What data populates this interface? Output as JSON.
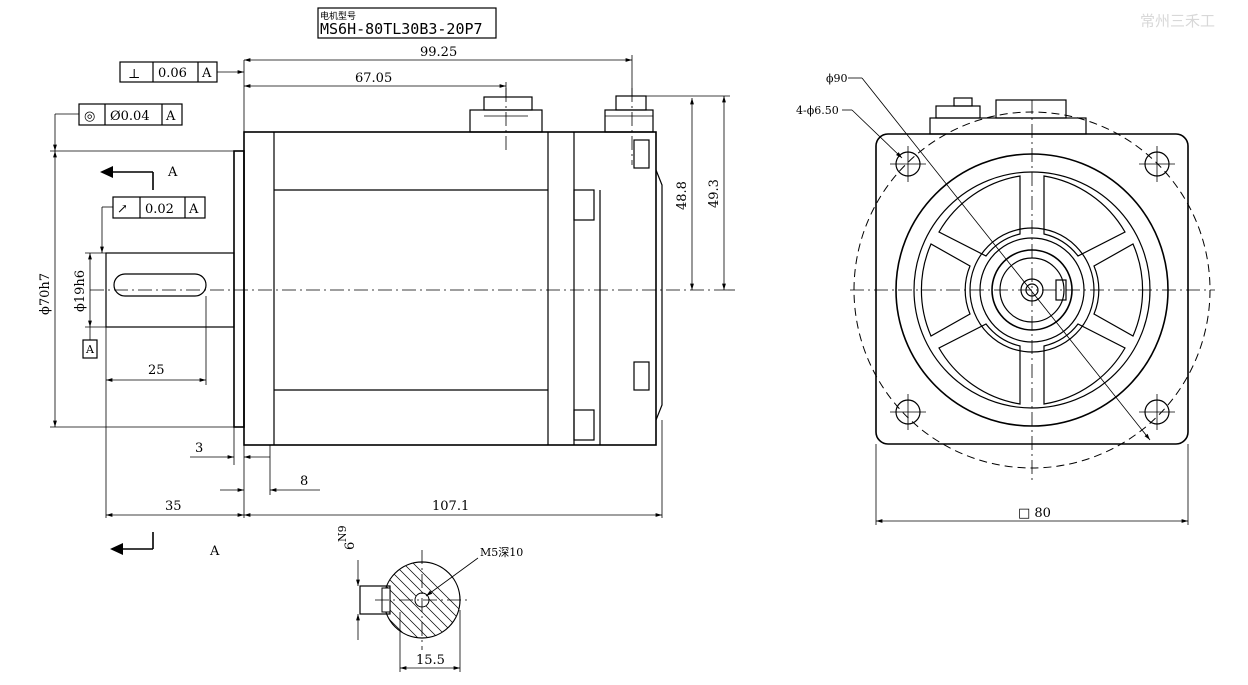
{
  "watermark": "常州三禾工",
  "model": {
    "label": "电机型号",
    "value": "MS6H-80TL30B3-20P7"
  },
  "dims": {
    "total_length": "99.25",
    "body_length": "67.05",
    "h_48_8": "48.8",
    "h_49_3": "49.3",
    "phi70": "ϕ70h7",
    "phi19": "ϕ19h6",
    "shaft_len": "25",
    "flange_3": "3",
    "d_8": "8",
    "d_35": "35",
    "d_107": "107.1",
    "phi90": "ϕ90",
    "holes": "4-ϕ6.50",
    "square": "□ 80",
    "m5": "M5深10",
    "key_6": "6",
    "key_n9": "N9",
    "d_15_5": "15.5"
  },
  "tolerances": {
    "perp": {
      "symbol": "⊥",
      "value": "0.06",
      "datum": "A"
    },
    "conc": {
      "symbol": "◎",
      "value": "Ø0.04",
      "datum": "A"
    },
    "runout": {
      "symbol": "↗",
      "value": "0.02",
      "datum": "A"
    }
  },
  "section": {
    "top_label": "A",
    "bottom_label": "A",
    "datum_box": "A"
  }
}
